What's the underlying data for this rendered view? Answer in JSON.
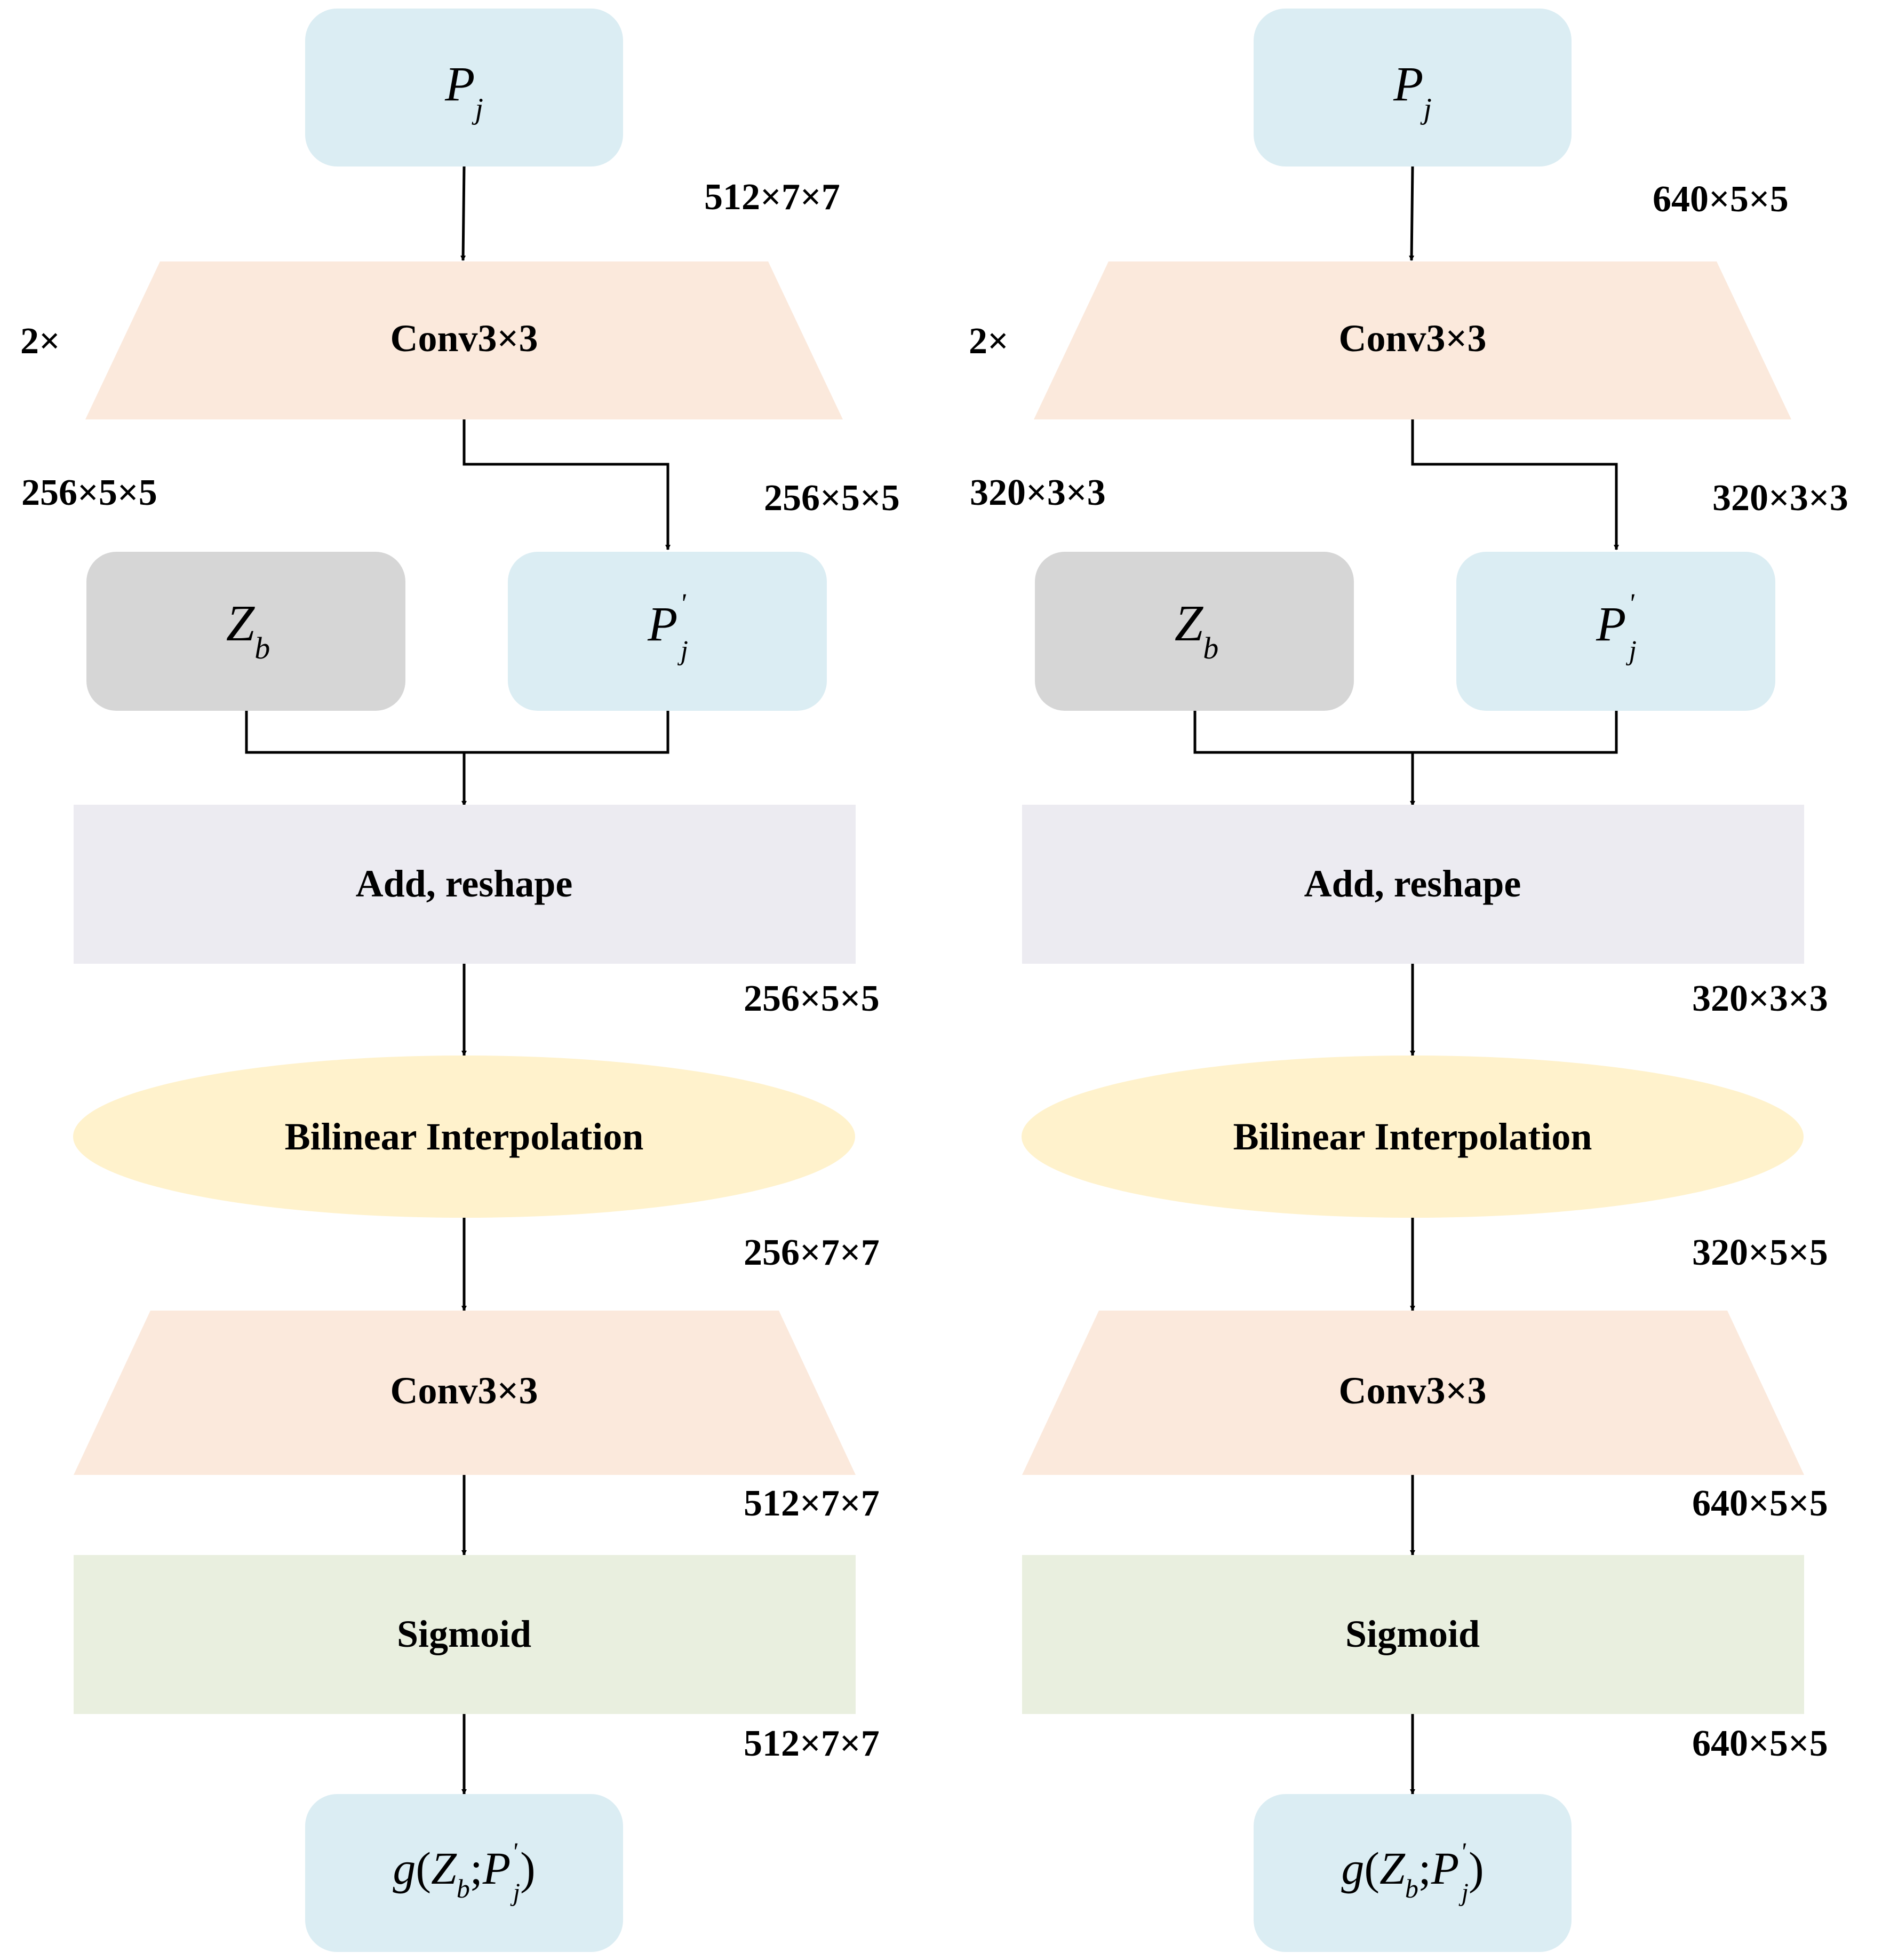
{
  "colors": {
    "blue_box": "#dbedf3",
    "gray_box": "#d6d6d6",
    "conv": "#fbe9dc",
    "add": "#ecebf1",
    "ellipse": "#fff2cc",
    "sigmoid": "#e9efdf",
    "line": "#000000"
  },
  "columns": [
    {
      "input_base": "P",
      "input_sub": "j",
      "dim_input": "512×7×7",
      "repeat": "2×",
      "conv1": "Conv3×3",
      "dim_zb": "256×5×5",
      "dim_pj": "256×5×5",
      "zb_base": "Z",
      "zb_sub": "b",
      "pj_base": "P",
      "pj_sup": "'",
      "pj_sub": "j",
      "add": "Add, reshape",
      "dim_add": "256×5×5",
      "bilinear": "Bilinear Interpolation",
      "dim_bilinear": "256×7×7",
      "conv2": "Conv3×3",
      "dim_conv2": "512×7×7",
      "sigmoid": "Sigmoid",
      "dim_sigmoid": "512×7×7",
      "out_g": "g",
      "out_lp": "(",
      "out_z": "Z",
      "out_zsub": "b",
      "out_semi": ";",
      "out_p": "P",
      "out_psup": "'",
      "out_psub": "j",
      "out_rp": ")"
    },
    {
      "input_base": "P",
      "input_sub": "j",
      "dim_input": "640×5×5",
      "repeat": "2×",
      "conv1": "Conv3×3",
      "dim_zb": "320×3×3",
      "dim_pj": "320×3×3",
      "zb_base": "Z",
      "zb_sub": "b",
      "pj_base": "P",
      "pj_sup": "'",
      "pj_sub": "j",
      "add": "Add, reshape",
      "dim_add": "320×3×3",
      "bilinear": "Bilinear Interpolation",
      "dim_bilinear": "320×5×5",
      "conv2": "Conv3×3",
      "dim_conv2": "640×5×5",
      "sigmoid": "Sigmoid",
      "dim_sigmoid": "640×5×5",
      "out_g": "g",
      "out_lp": "(",
      "out_z": "Z",
      "out_zsub": "b",
      "out_semi": ";",
      "out_p": "P",
      "out_psup": "'",
      "out_psub": "j",
      "out_rp": ")"
    }
  ]
}
